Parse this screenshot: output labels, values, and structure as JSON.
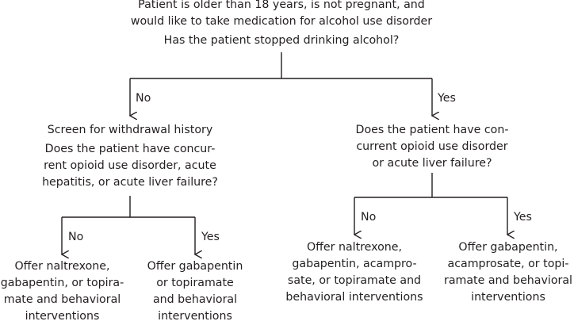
{
  "root": {
    "lines": [
      "Patient is older than 18 years, is not pregnant, and",
      "would like to take medication for alcohol use disorder"
    ],
    "question": "Has the patient stopped drinking alcohol?"
  },
  "left_branch": {
    "edge_label": "No",
    "screen_text": "Screen for withdrawal history",
    "question_lines": [
      "Does the patient have concur-",
      "rent opioid use disorder, acute",
      "hepatitis, or acute liver failure?"
    ],
    "no_label": "No",
    "yes_label": "Yes",
    "no_outcome_lines": [
      "Offer naltrexone,",
      "gabapentin, or topira-",
      "mate and behavioral",
      "interventions"
    ],
    "yes_outcome_lines": [
      "Offer gabapentin",
      "or topiramate",
      "and behavioral",
      "interventions"
    ]
  },
  "right_branch": {
    "edge_label": "Yes",
    "question_lines": [
      "Does the patient have con-",
      "current opioid use disorder",
      "or acute liver failure?"
    ],
    "no_label": "No",
    "yes_label": "Yes",
    "no_outcome_lines": [
      "Offer naltrexone,",
      "gabapentin, acampro-",
      "sate, or topiramate and",
      "behavioral interventions"
    ],
    "yes_outcome_lines": [
      "Offer gabapentin,",
      "acamprosate, or topi-",
      "ramate and behavioral",
      "interventions"
    ]
  }
}
